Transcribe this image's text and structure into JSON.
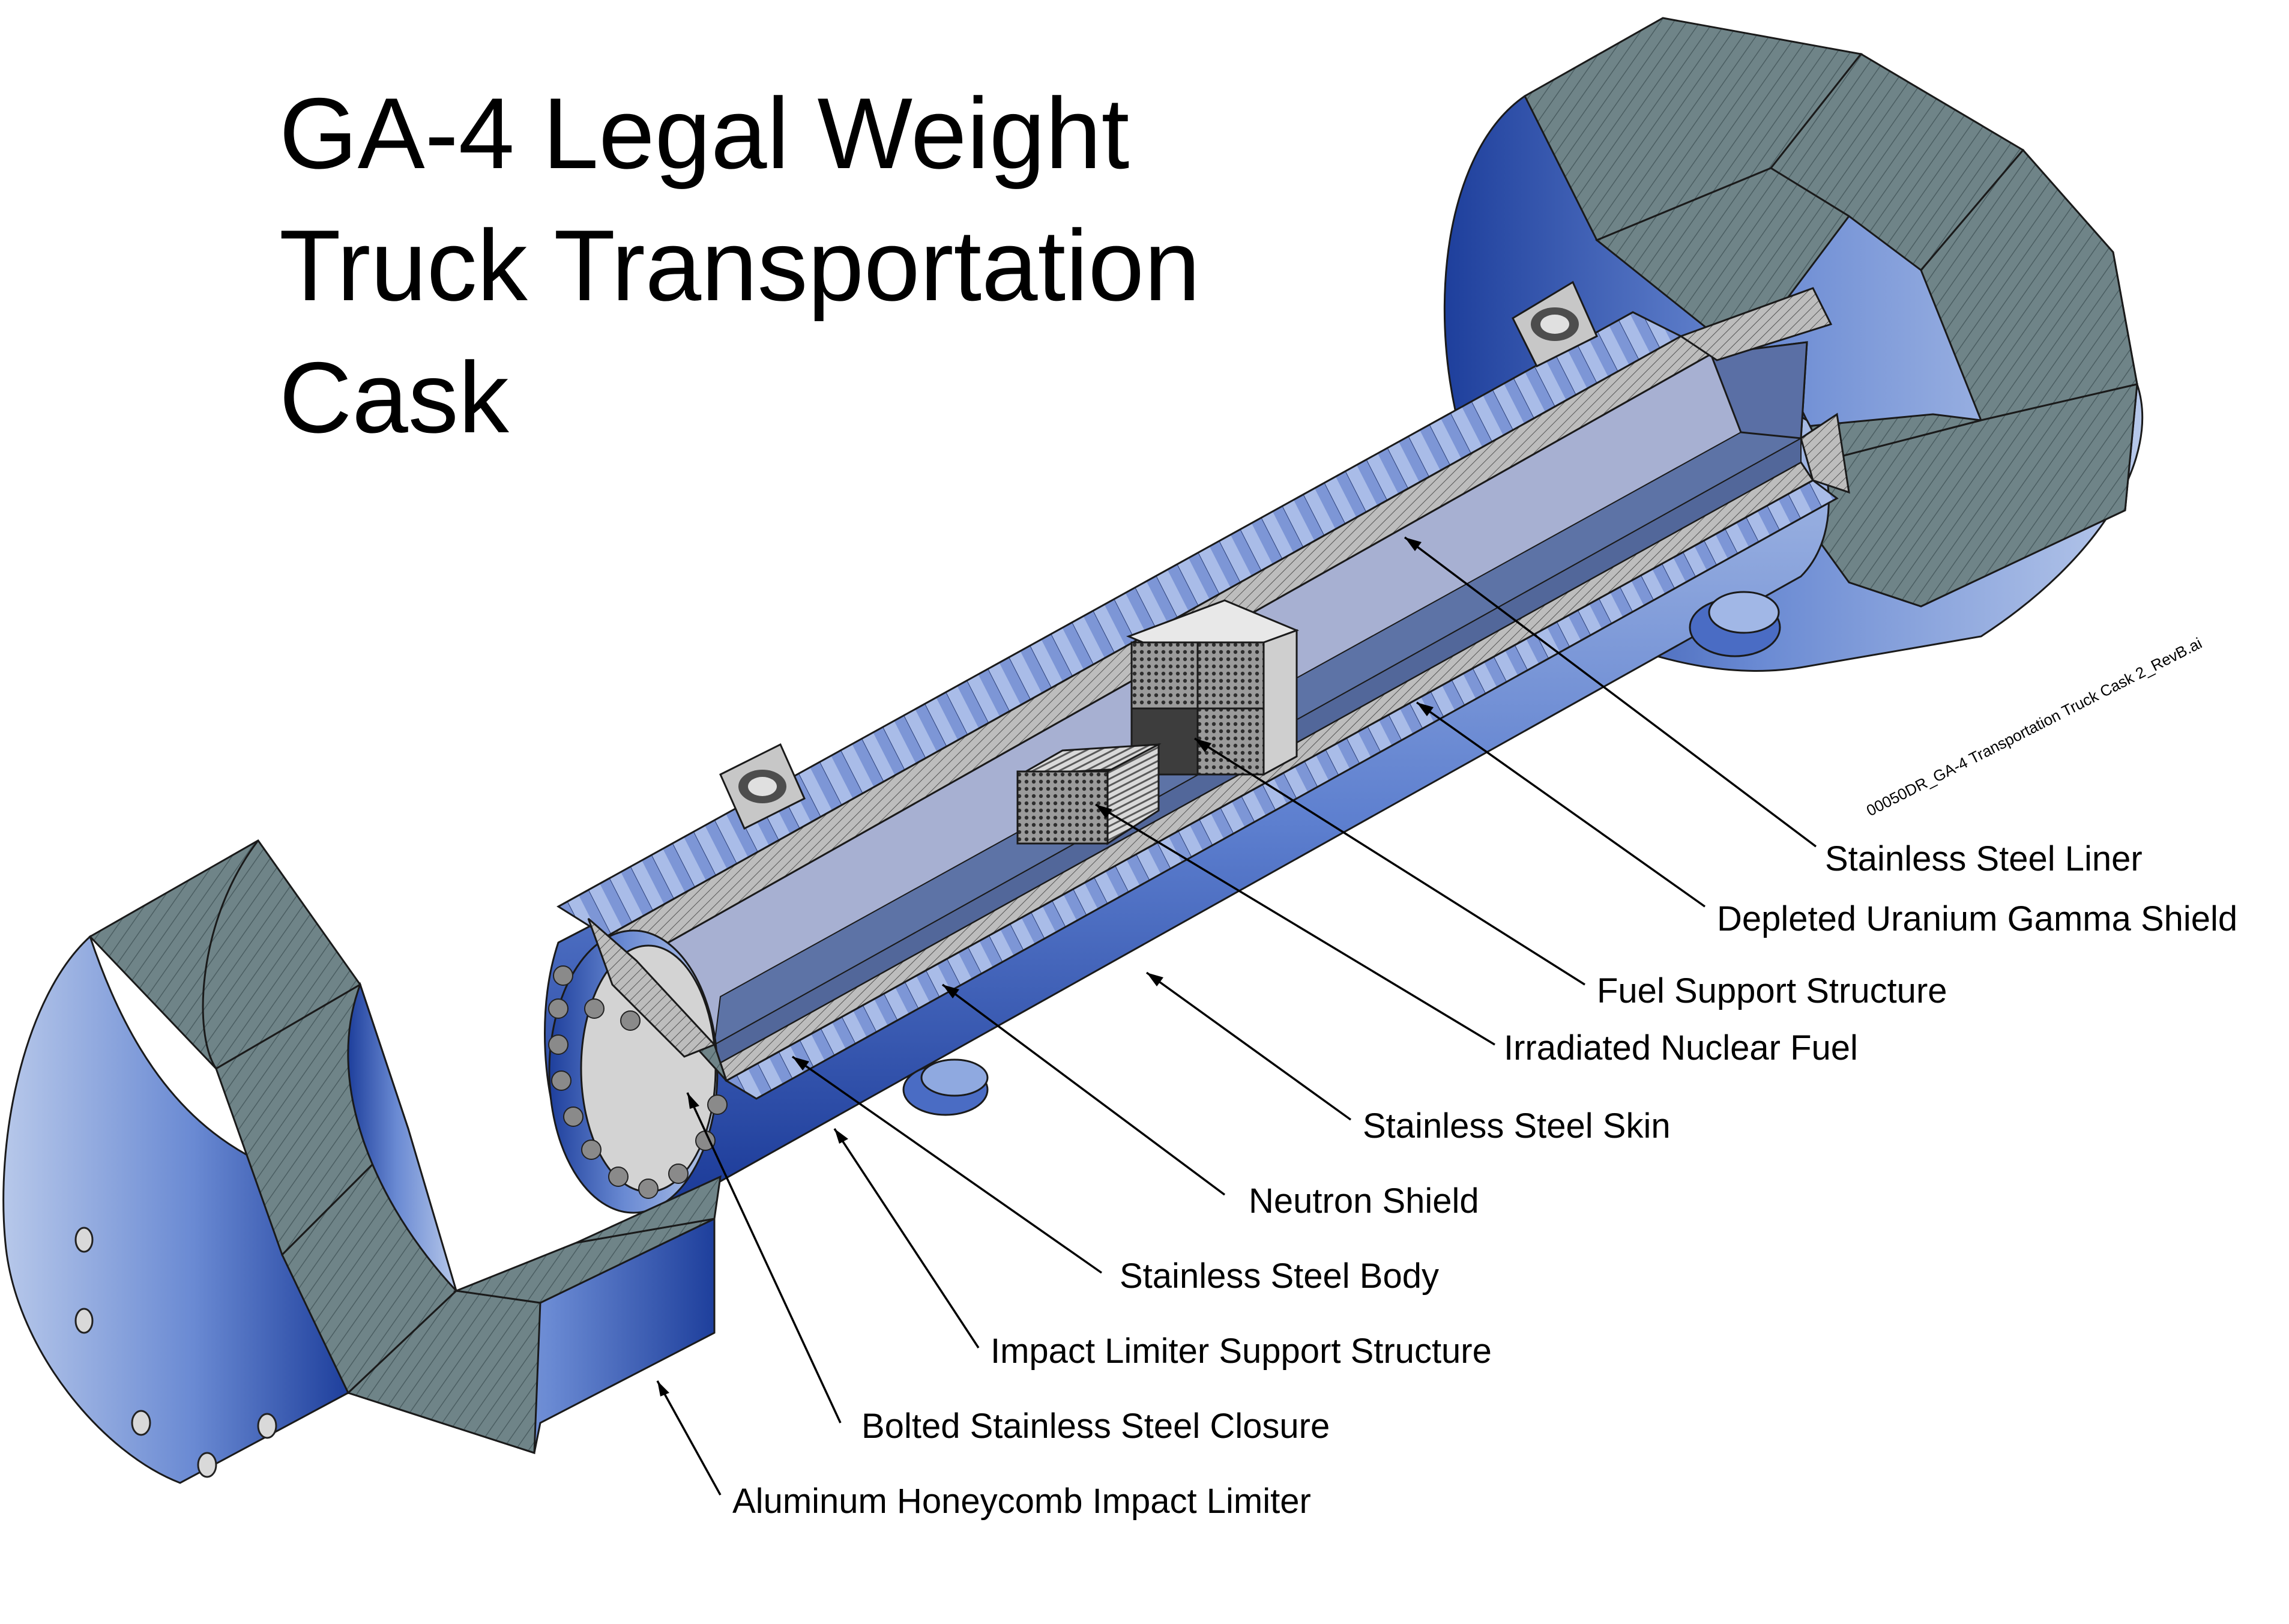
{
  "title": {
    "line1": "GA-4 Legal Weight",
    "line2": "Truck Transportation",
    "line3": "Cask"
  },
  "file_id": "00050DR_GA-4 Transportation Truck Cask 2_RevB.ai",
  "labels": {
    "liner": "Stainless Steel Liner",
    "du_shield": "Depleted Uranium Gamma Shield",
    "fuel_support": "Fuel Support Structure",
    "fuel": "Irradiated Nuclear Fuel",
    "skin": "Stainless Steel Skin",
    "neutron": "Neutron Shield",
    "body": "Stainless Steel Body",
    "limiter_support": "Impact Limiter Support Structure",
    "closure": "Bolted Stainless Steel Closure",
    "honeycomb": "Aluminum Honeycomb Impact Limiter"
  },
  "colors": {
    "cask_blue_light": "#a9bde3",
    "cask_blue_dark": "#1e3f9c",
    "cavity": "#9ea8cc",
    "cavity_floor": "#52679a",
    "honeycomb": "#5e7478",
    "steel_gray": "#c8c8c8",
    "line": "#000000"
  }
}
